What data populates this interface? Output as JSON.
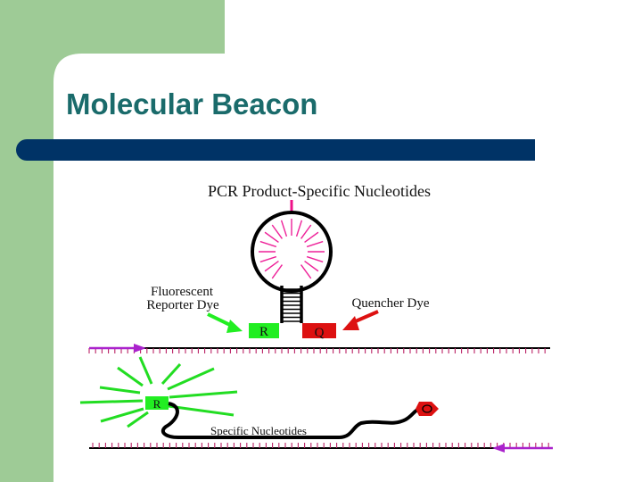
{
  "slide": {
    "title": "Molecular Beacon"
  },
  "diagram": {
    "top_label": "PCR Product-Specific Nucleotides",
    "reporter_label_line1": "Fluorescent",
    "reporter_label_line2": "Reporter Dye",
    "quencher_label": "Quencher Dye",
    "reporter_letter": "R",
    "quencher_letter": "Q",
    "bound_label": "Specific Nucleotides",
    "colors": {
      "reporter": "#22ee22",
      "quencher": "#dd1111",
      "arrow_top": "#ee1188",
      "arrow_purple": "#aa22cc",
      "tick": "#bb2266",
      "rays_loop": "#ee2299",
      "rays_glow": "#22dd22"
    }
  }
}
